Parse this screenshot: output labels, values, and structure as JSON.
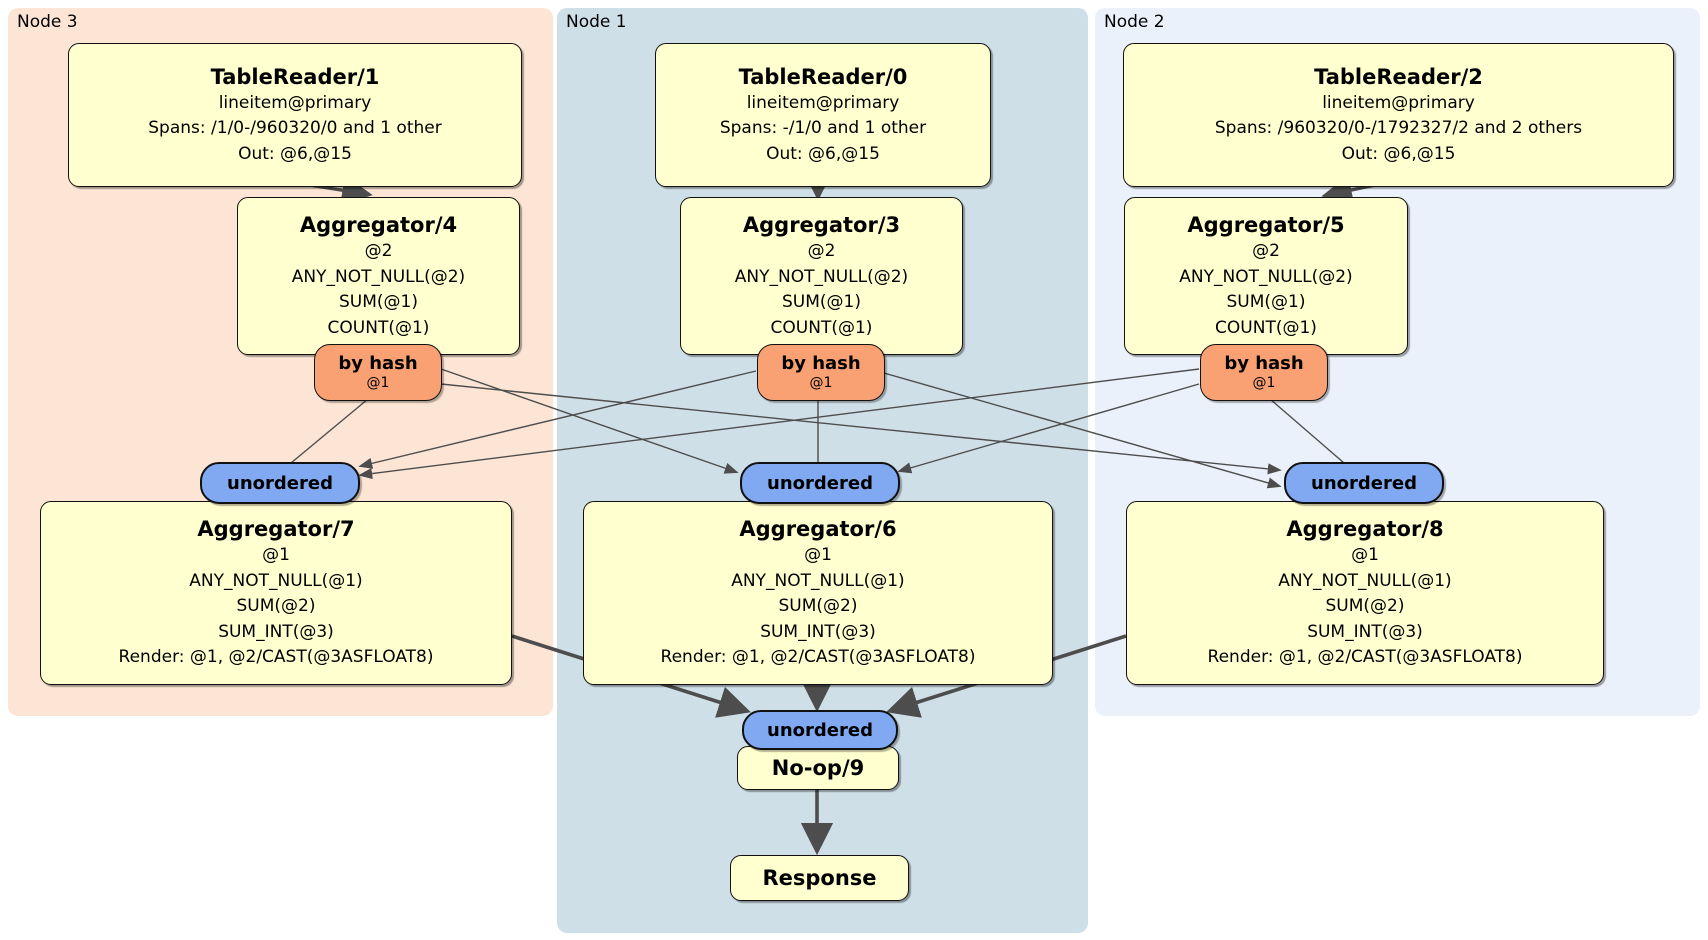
{
  "colors": {
    "node3_bg": "#fce5d4",
    "node1_bg": "#cfdfe7",
    "node2_bg": "#ebf1fa",
    "processor_fill": "#ffffcf",
    "router_fill": "#f9a173",
    "sync_fill": "#80a9f1",
    "edge": "#4d4d4d"
  },
  "groups": {
    "node3": {
      "label": "Node 3",
      "tablereader": {
        "title": "TableReader/1",
        "index": "lineitem@primary",
        "spans": "Spans: /1/0-/960320/0 and 1 other",
        "out": "Out: @6,@15"
      },
      "aggregator_top": {
        "title": "Aggregator/4",
        "group_col": "@2",
        "agg1": "ANY_NOT_NULL(@2)",
        "agg2": "SUM(@1)",
        "agg3": "COUNT(@1)"
      },
      "router": {
        "label": "by hash",
        "detail": "@1"
      },
      "sync": {
        "label": "unordered"
      },
      "aggregator_bottom": {
        "title": "Aggregator/7",
        "group_col": "@1",
        "agg1": "ANY_NOT_NULL(@1)",
        "agg2": "SUM(@2)",
        "agg3": "SUM_INT(@3)",
        "render": "Render: @1, @2/CAST(@3ASFLOAT8)"
      }
    },
    "node1": {
      "label": "Node 1",
      "tablereader": {
        "title": "TableReader/0",
        "index": "lineitem@primary",
        "spans": "Spans: -/1/0 and 1 other",
        "out": "Out: @6,@15"
      },
      "aggregator_top": {
        "title": "Aggregator/3",
        "group_col": "@2",
        "agg1": "ANY_NOT_NULL(@2)",
        "agg2": "SUM(@1)",
        "agg3": "COUNT(@1)"
      },
      "router": {
        "label": "by hash",
        "detail": "@1"
      },
      "sync": {
        "label": "unordered"
      },
      "aggregator_bottom": {
        "title": "Aggregator/6",
        "group_col": "@1",
        "agg1": "ANY_NOT_NULL(@1)",
        "agg2": "SUM(@2)",
        "agg3": "SUM_INT(@3)",
        "render": "Render: @1, @2/CAST(@3ASFLOAT8)"
      },
      "final_sync": {
        "label": "unordered"
      },
      "noop": {
        "title": "No-op/9"
      },
      "response": {
        "title": "Response"
      }
    },
    "node2": {
      "label": "Node 2",
      "tablereader": {
        "title": "TableReader/2",
        "index": "lineitem@primary",
        "spans": "Spans: /960320/0-/1792327/2 and 2 others",
        "out": "Out: @6,@15"
      },
      "aggregator_top": {
        "title": "Aggregator/5",
        "group_col": "@2",
        "agg1": "ANY_NOT_NULL(@2)",
        "agg2": "SUM(@1)",
        "agg3": "COUNT(@1)"
      },
      "router": {
        "label": "by hash",
        "detail": "@1"
      },
      "sync": {
        "label": "unordered"
      },
      "aggregator_bottom": {
        "title": "Aggregator/8",
        "group_col": "@1",
        "agg1": "ANY_NOT_NULL(@1)",
        "agg2": "SUM(@2)",
        "agg3": "SUM_INT(@3)",
        "render": "Render: @1, @2/CAST(@3ASFLOAT8)"
      }
    }
  }
}
